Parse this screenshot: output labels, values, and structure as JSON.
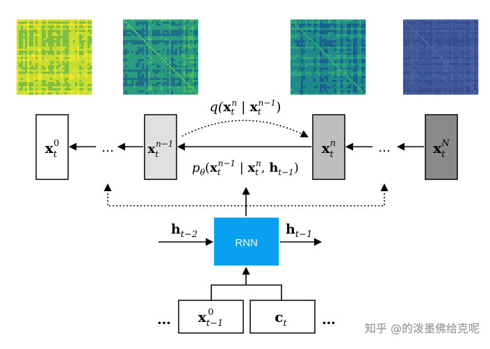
{
  "heatmaps": [
    {
      "id": "hm0",
      "palette": [
        "#7fbf3f",
        "#c8de2e",
        "#f2e42a"
      ],
      "diag": false
    },
    {
      "id": "hm1",
      "palette": [
        "#1f6f8b",
        "#2a9d7e",
        "#50b860"
      ],
      "diag": true
    },
    {
      "id": "hm2",
      "palette": [
        "#1b5f8e",
        "#1f8a8a",
        "#2fa77a"
      ],
      "diag": true
    },
    {
      "id": "hm3",
      "palette": [
        "#3a4c8c",
        "#3f5898",
        "#4a62a0"
      ],
      "diag": true
    }
  ],
  "states": {
    "x0": {
      "base": "x",
      "sub": "t",
      "sup": "0"
    },
    "xn1": {
      "base": "x",
      "sub": "t",
      "sup": "n−1"
    },
    "xn": {
      "base": "x",
      "sub": "t",
      "sup": "n"
    },
    "xN": {
      "base": "x",
      "sub": "t",
      "sup": "N"
    },
    "xprev": {
      "base": "x",
      "sub": "t−1",
      "sup": "0"
    },
    "ct": {
      "base": "c",
      "sub": "t"
    }
  },
  "ellipsis": "…",
  "q_formula": {
    "fn": "q(",
    "x1": "x",
    "x1_sub": "t",
    "x1_sup": "n",
    "bar": " | ",
    "x2": "x",
    "x2_sub": "t",
    "x2_sup": "n−1",
    "close": ")"
  },
  "p_formula": {
    "fn": "p",
    "fn_sub": "θ",
    "open": "(",
    "x1": "x",
    "x1_sub": "t",
    "x1_sup": "n−1",
    "bar": " | ",
    "x2": "x",
    "x2_sub": "t",
    "x2_sup": "n",
    "comma": ", ",
    "h": "h",
    "h_sub": "t−1",
    "close": ")"
  },
  "h_in": {
    "base": "h",
    "sub": "t−2"
  },
  "h_out": {
    "base": "h",
    "sub": "t−1"
  },
  "rnn_label": "RNN",
  "colors": {
    "rnn": "#0aa0f0",
    "box_xn1": "#e0e0e0",
    "box_xn": "#bebebe",
    "box_xN": "#8a8a8a"
  },
  "watermark": "知乎 @的泼墨佛给克呢"
}
